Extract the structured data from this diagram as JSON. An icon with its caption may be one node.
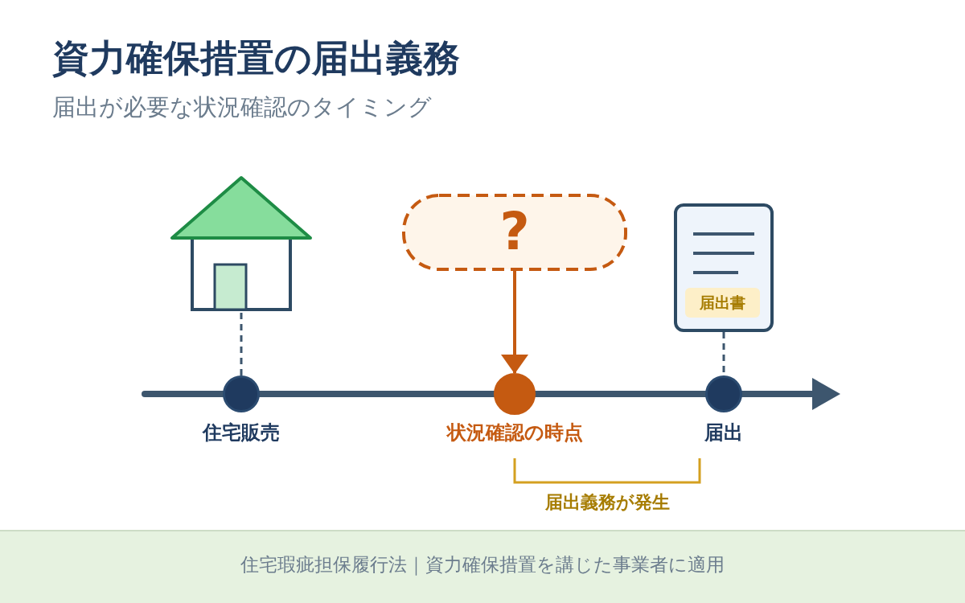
{
  "diagram": {
    "title": "資力確保措置の届出義務",
    "caption": "住宅瑕疵担保履行法｜資力確保措置を講じた事業者に適用",
    "nodes": [
      {
        "text": [],
        "shape": "picture"
      },
      {
        "text": [],
        "shape": "circle",
        "beside": [
          "住宅販売"
        ]
      },
      {
        "text": [
          "?"
        ]
      },
      {
        "text": [],
        "shape": "circle",
        "beside": [
          "状況確認の時点"
        ]
      },
      {
        "text": [
          "届出書"
        ]
      },
      {
        "text": [],
        "shape": "circle",
        "beside": [
          "届出"
        ]
      }
    ],
    "edges": [
      {
        "from": 0,
        "to": 1,
        "arrow": "none",
        "style": "dashed"
      },
      {
        "from": 2,
        "to": 3,
        "arrow": "to",
        "color": "#c55a11"
      },
      {
        "from": 4,
        "to": 5,
        "arrow": "none",
        "style": "dashed"
      }
    ],
    "labels": [
      "届出が必要な状況確認のタイミング",
      "届出義務が発生"
    ]
  }
}
